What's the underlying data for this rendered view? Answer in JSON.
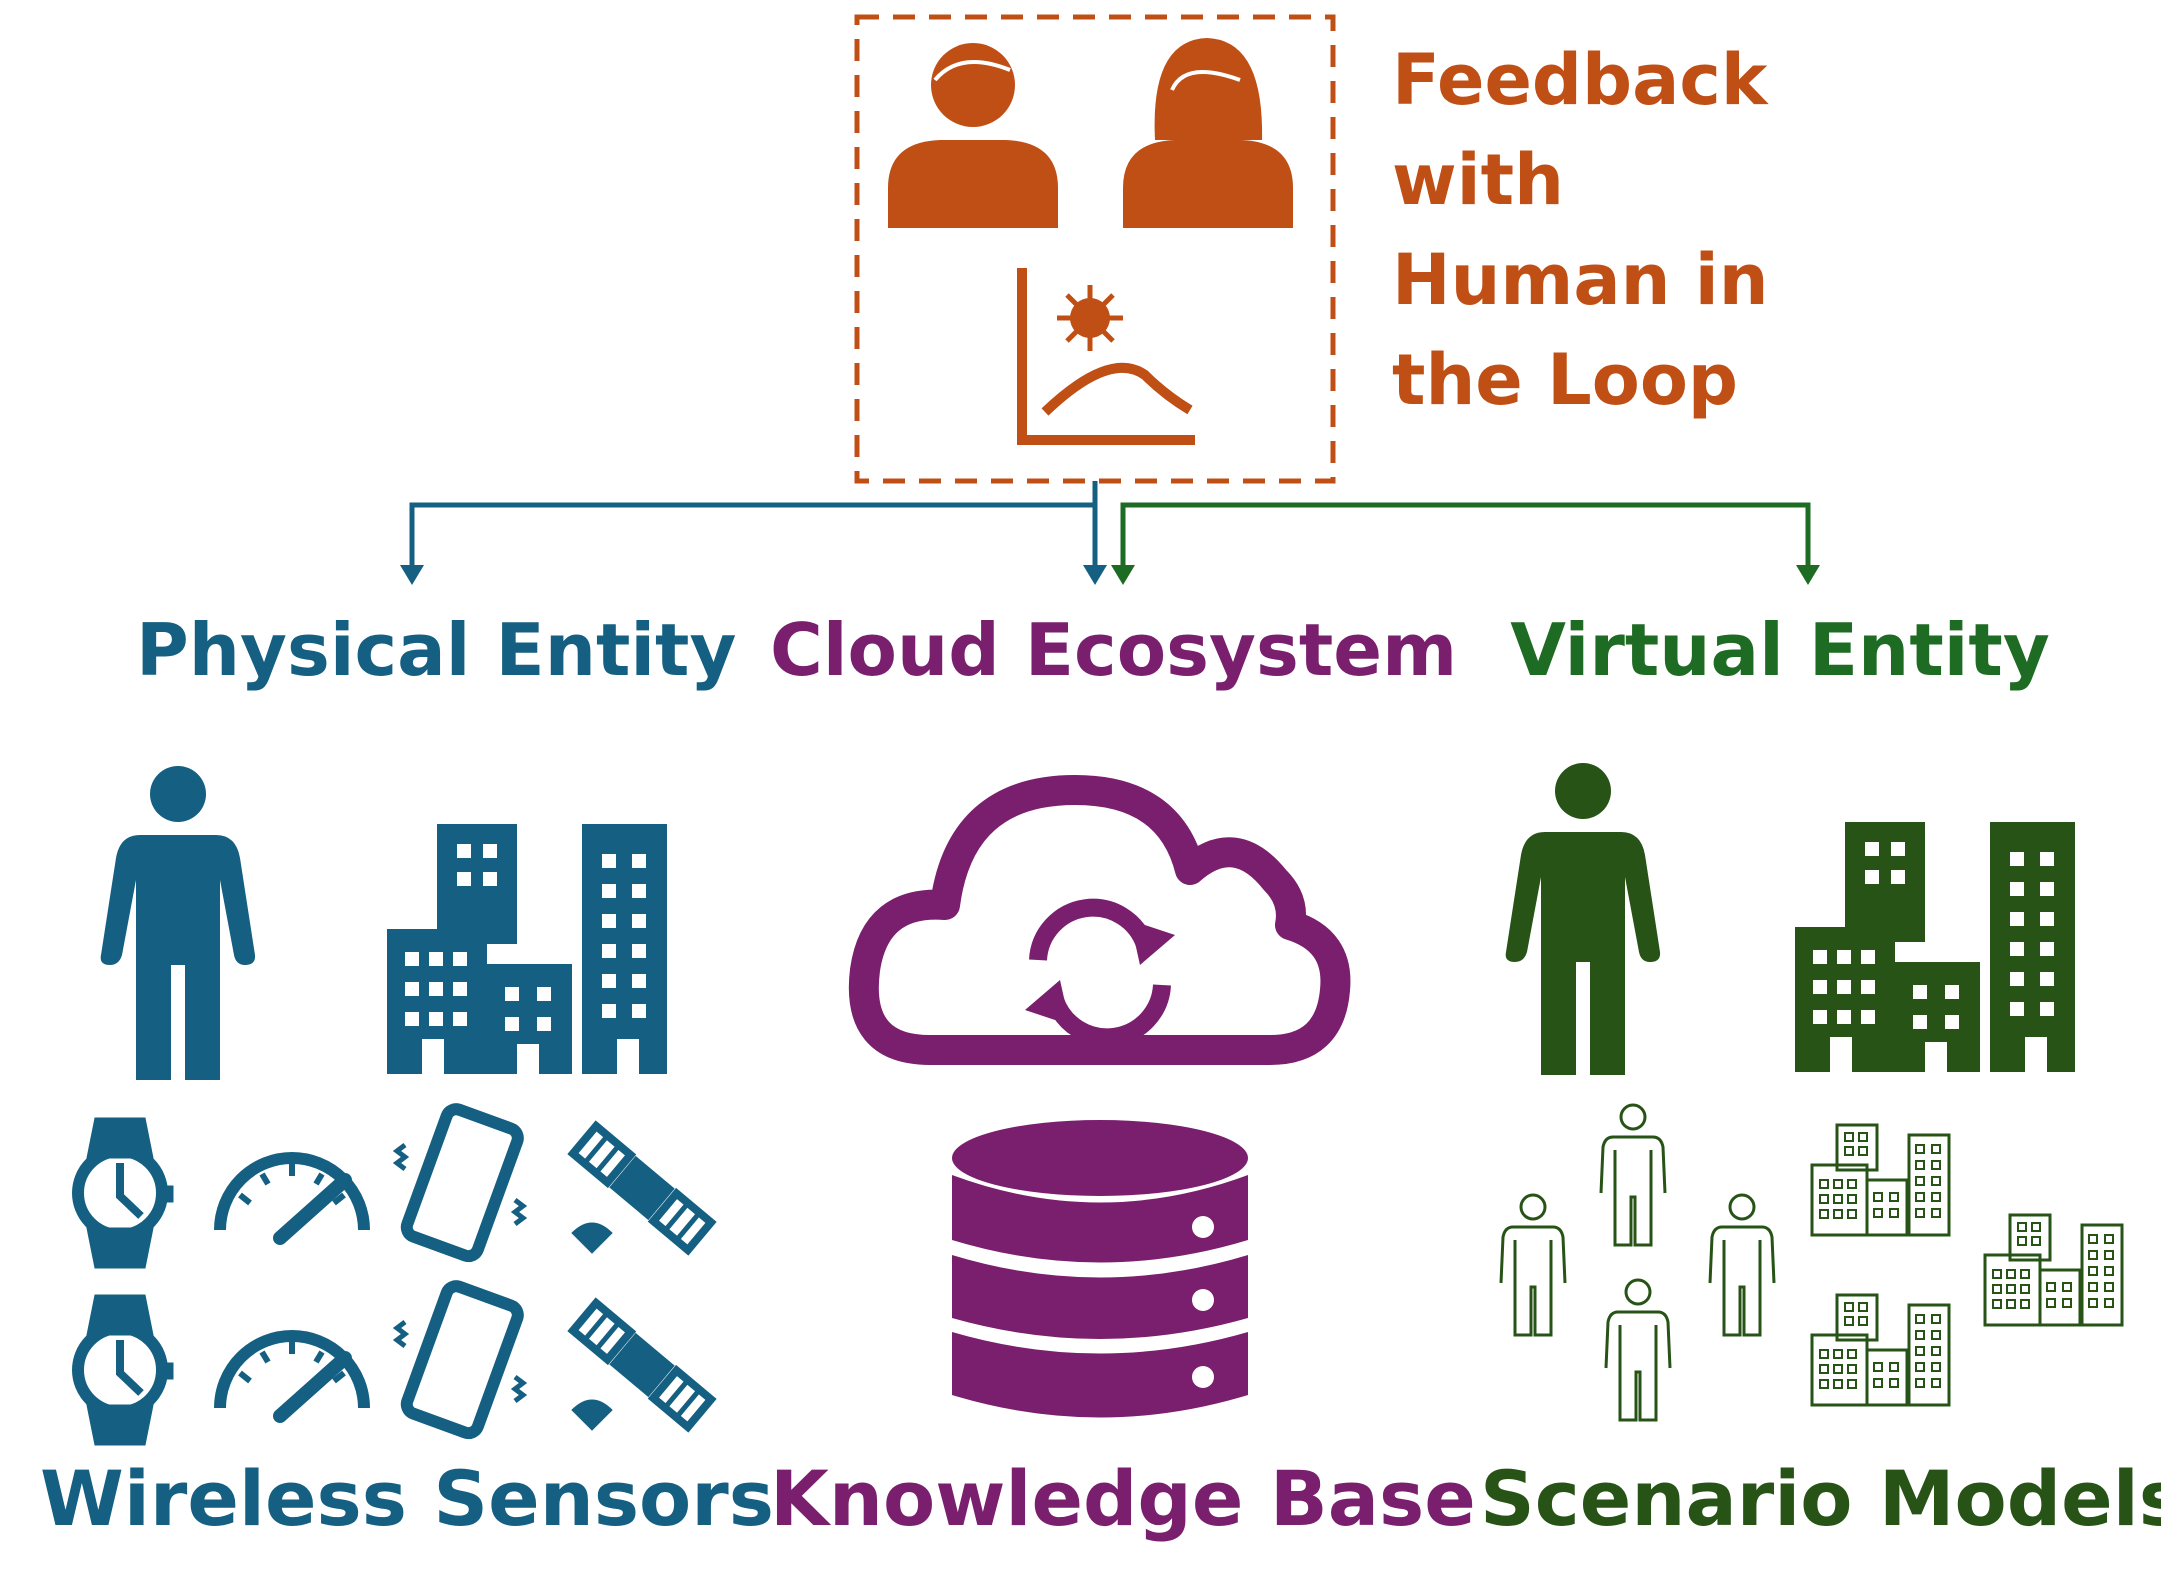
{
  "feedback": {
    "lines": [
      "Feedback",
      "with",
      "Human in",
      "the Loop"
    ]
  },
  "titles": {
    "physical": "Physical Entity",
    "cloud": "Cloud Ecosystem",
    "virtual": "Virtual Entity"
  },
  "captions": {
    "sensors": "Wireless Sensors",
    "knowledge": "Knowledge Base",
    "scenario": "Scenario Models"
  },
  "colors": {
    "feedback": "#C04F15",
    "physical": "#156082",
    "cloud": "#7A1F6E",
    "virtual": "#1E6B23",
    "scenario": "#275317"
  },
  "icons": {
    "feedback": [
      "person-male-icon",
      "person-female-icon",
      "virus-curve-chart-icon"
    ],
    "physical": [
      "person-icon",
      "buildings-icon",
      "smartwatch-icon",
      "gauge-icon",
      "vibrating-phone-icon",
      "satellite-icon"
    ],
    "cloud": [
      "cloud-sync-icon",
      "database-icon"
    ],
    "virtual": [
      "person-icon",
      "buildings-icon",
      "outline-person-icon",
      "outline-buildings-icon"
    ]
  }
}
